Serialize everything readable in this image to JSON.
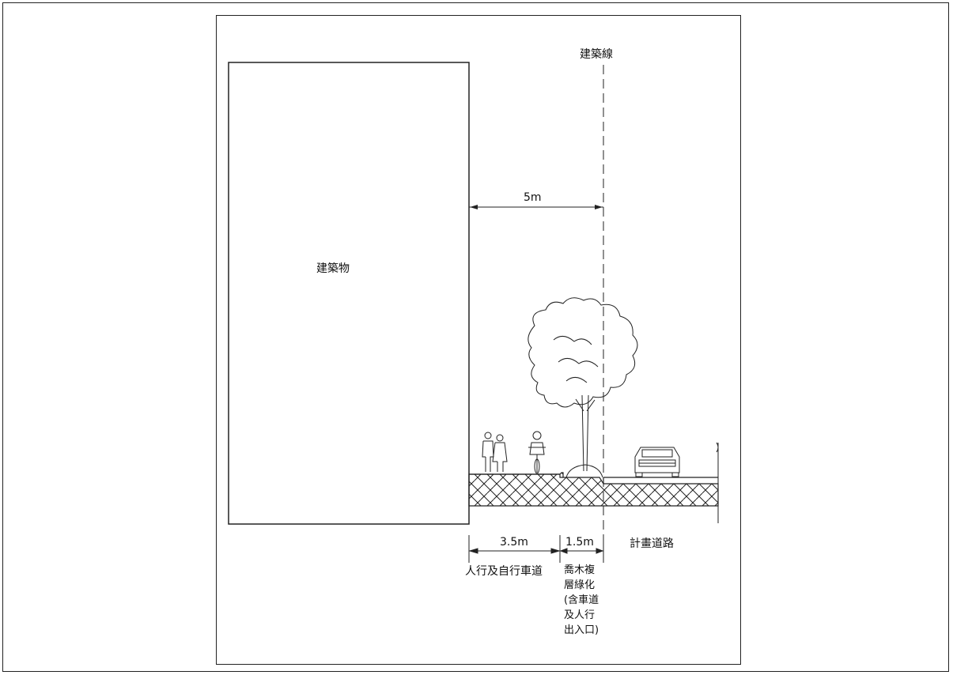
{
  "labels": {
    "building_line": "建築線",
    "building": "建築物",
    "setback": "5m",
    "sidewalk_width": "3.5m",
    "planting_width": "1.5m",
    "planned_road": "計畫道路",
    "sidewalk_label": "人行及自行車道",
    "planting_label": "喬木複\n層綠化\n(含車道\n及人行\n出入口)"
  },
  "colors": {
    "line": "#222222",
    "background": "#ffffff"
  }
}
